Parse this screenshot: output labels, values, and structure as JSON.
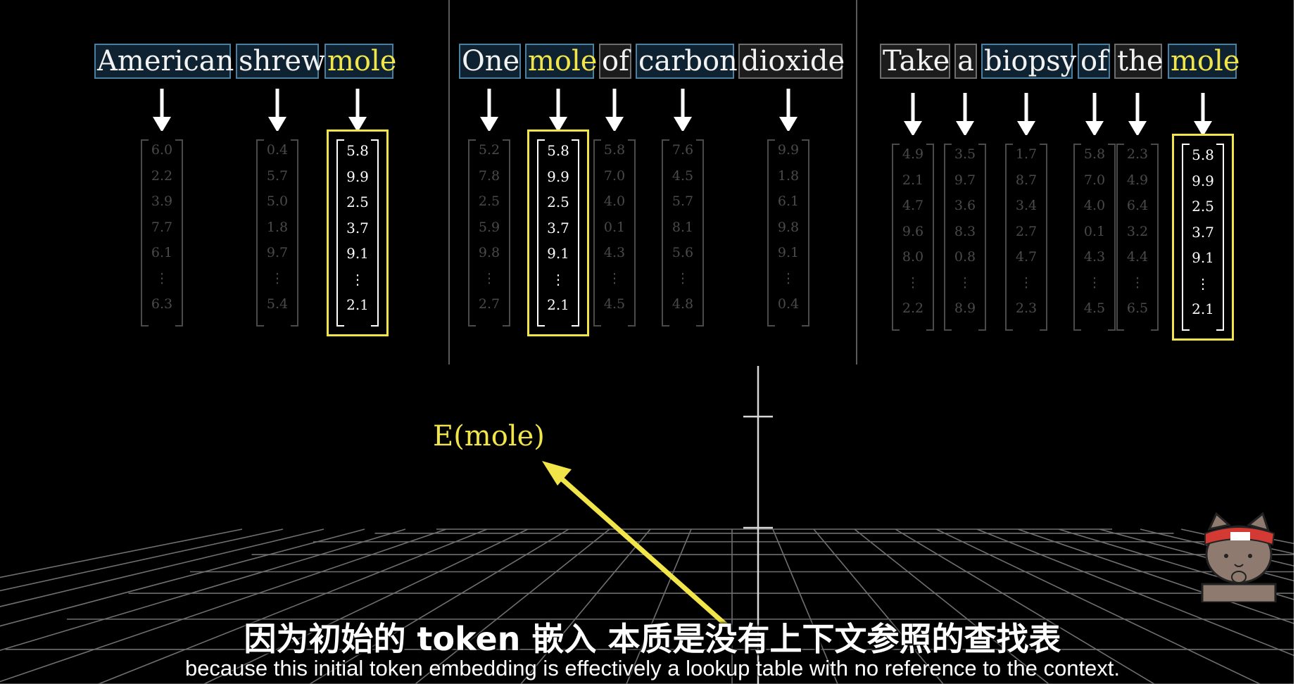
{
  "panels": [
    {
      "tokens": [
        {
          "text": "American",
          "hl": false,
          "dark": false
        },
        {
          "text": "shrew",
          "hl": false,
          "dark": false
        },
        {
          "text": "mole",
          "hl": true,
          "dark": false
        }
      ],
      "vectors": [
        {
          "values": [
            "6.0",
            "2.2",
            "3.9",
            "7.7",
            "6.1",
            "⋮",
            "6.3"
          ],
          "hl": false
        },
        {
          "values": [
            "0.4",
            "5.7",
            "5.0",
            "1.8",
            "9.7",
            "⋮",
            "5.4"
          ],
          "hl": false
        },
        {
          "values": [
            "5.8",
            "9.9",
            "2.5",
            "3.7",
            "9.1",
            "⋮",
            "2.1"
          ],
          "hl": true
        }
      ]
    },
    {
      "tokens": [
        {
          "text": "One",
          "hl": false,
          "dark": false
        },
        {
          "text": "mole",
          "hl": true,
          "dark": false
        },
        {
          "text": "of",
          "hl": false,
          "dark": true
        },
        {
          "text": "carbon",
          "hl": false,
          "dark": false
        },
        {
          "text": "dioxide",
          "hl": false,
          "dark": true
        }
      ],
      "vectors": [
        {
          "values": [
            "5.2",
            "7.8",
            "2.5",
            "5.9",
            "9.8",
            "⋮",
            "2.7"
          ],
          "hl": false
        },
        {
          "values": [
            "5.8",
            "9.9",
            "2.5",
            "3.7",
            "9.1",
            "⋮",
            "2.1"
          ],
          "hl": true
        },
        {
          "values": [
            "5.8",
            "7.0",
            "4.0",
            "0.1",
            "4.3",
            "⋮",
            "4.5"
          ],
          "hl": false
        },
        {
          "values": [
            "7.6",
            "4.5",
            "5.7",
            "8.1",
            "5.6",
            "⋮",
            "4.8"
          ],
          "hl": false
        },
        {
          "values": [
            "9.9",
            "1.8",
            "6.1",
            "9.8",
            "9.1",
            "⋮",
            "0.4"
          ],
          "hl": false
        }
      ]
    },
    {
      "tokens": [
        {
          "text": "Take",
          "hl": false,
          "dark": true
        },
        {
          "text": "a",
          "hl": false,
          "dark": true
        },
        {
          "text": "biopsy",
          "hl": false,
          "dark": false
        },
        {
          "text": "of",
          "hl": false,
          "dark": false
        },
        {
          "text": "the",
          "hl": false,
          "dark": true
        },
        {
          "text": "mole",
          "hl": true,
          "dark": false
        }
      ],
      "vectors": [
        {
          "values": [
            "4.9",
            "2.1",
            "4.7",
            "9.6",
            "8.0",
            "⋮",
            "2.2"
          ],
          "hl": false
        },
        {
          "values": [
            "3.5",
            "9.7",
            "3.6",
            "8.3",
            "0.8",
            "⋮",
            "8.9"
          ],
          "hl": false
        },
        {
          "values": [
            "1.7",
            "8.7",
            "3.4",
            "2.7",
            "4.7",
            "⋮",
            "2.3"
          ],
          "hl": false
        },
        {
          "values": [
            "5.8",
            "7.0",
            "4.0",
            "0.1",
            "4.3",
            "⋮",
            "4.5"
          ],
          "hl": false
        },
        {
          "values": [
            "2.3",
            "4.9",
            "6.4",
            "3.2",
            "4.4",
            "⋮",
            "6.5"
          ],
          "hl": false
        },
        {
          "values": [
            "5.8",
            "9.9",
            "2.5",
            "3.7",
            "9.1",
            "⋮",
            "2.1"
          ],
          "hl": true
        }
      ]
    }
  ],
  "vector_label": "E(mole)",
  "subtitle_cn": "因为初始的 token 嵌入 本质是没有上下文参照的查找表",
  "subtitle_en": "because this initial token embedding is effectively a lookup table with no reference to the context.",
  "colors": {
    "highlight": "#f1e54a",
    "token_border": "#4b7fa0",
    "grid": "#7a7a7a"
  },
  "icons": [
    "down-arrow-icon",
    "mascot-cat-icon"
  ]
}
